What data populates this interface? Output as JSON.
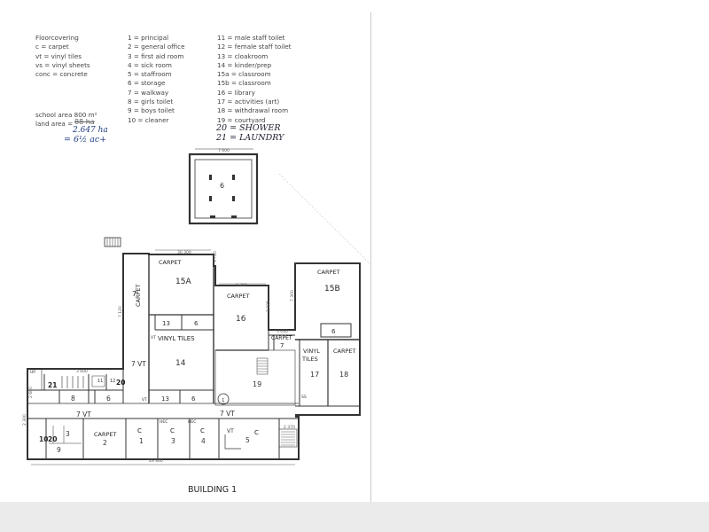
{
  "legend": {
    "floorcovering": [
      "Floorcovering",
      "c = carpet",
      "vt = vinyl tiles",
      "vs = vinyl sheets",
      "conc = concrete"
    ],
    "col2": [
      "1 = principal",
      "2 = general office",
      "3 = first aid room",
      "4 = sick room",
      "5 = staffroom",
      "6 = storage",
      "7 = walkway",
      "8 = girls toilet",
      "9 = boys toilet",
      "10 = cleaner"
    ],
    "col3": [
      "11 = male staff toilet",
      "12 = female staff toilet",
      "13 = cloakroom",
      "14 = kinder/prep",
      "15a = classroom",
      "15b = classroom",
      "16 = library",
      "17 = activities (art)",
      "18 = withdrawal room",
      "19 = courtyard"
    ],
    "handwritten_additions": [
      "20 = SHOWER",
      "21 = LAUNDRY"
    ]
  },
  "site": {
    "school_area": "school area 800 m²",
    "land_area": "land area =",
    "land_area_struck": "88 ha",
    "land_area_ha": "2.647 ha",
    "land_area_ac": "= 6½ ac+"
  },
  "plan": {
    "title": "BUILDING 1",
    "dims": {
      "top_shed": "7 600",
      "main_width": "30 300",
      "d_3720": "3 720",
      "d_7120": "7 120",
      "d_9300": "9 300",
      "d_3000": "3 000",
      "d_7225": "7 225",
      "d_7300": "7 300",
      "d_3600": "3 600",
      "d_1500": "1 500",
      "d_2600": "2 600",
      "d_2300": "2 300",
      "d_3030": "3 030",
      "d_2370": "2 370",
      "bottom": "29 300"
    },
    "labels": {
      "shed": "6",
      "room_15a": "15A",
      "room_15b": "15B",
      "room_16": "16",
      "room_14": "14",
      "room_13a": "13",
      "room_6a": "6",
      "room_13b": "13",
      "room_6b": "6",
      "room_7_left": "7",
      "room_7vt": "7 VT",
      "room_7vt_mid": "7 VT",
      "room_7vt_right": "7 VT",
      "room_8": "8",
      "room_9": "9",
      "room_11": "11",
      "room_12": "12",
      "room_6c": "6",
      "room_21": "21",
      "room_20": "20",
      "room_20b": "20",
      "room_10": "10",
      "room_3": "3",
      "room_2": "2",
      "room_1": "1",
      "room_3b": "3",
      "room_4": "4",
      "room_5": "5",
      "room_17": "17",
      "room_18": "18",
      "room_19": "19",
      "room_6d": "6",
      "room_7b": "7",
      "circle_1": "1",
      "carpet": "CARPET",
      "carpet_vertical": "CARPET",
      "vinyl_tiles": "VINYL TILES",
      "vinyl": "VINYL",
      "tiles": "TILES",
      "c": "C",
      "vt": "VT",
      "vt_small": "VT",
      "up": "UP",
      "hec": "HEC",
      "hec2": "HEC",
      "ss": "SS"
    }
  }
}
